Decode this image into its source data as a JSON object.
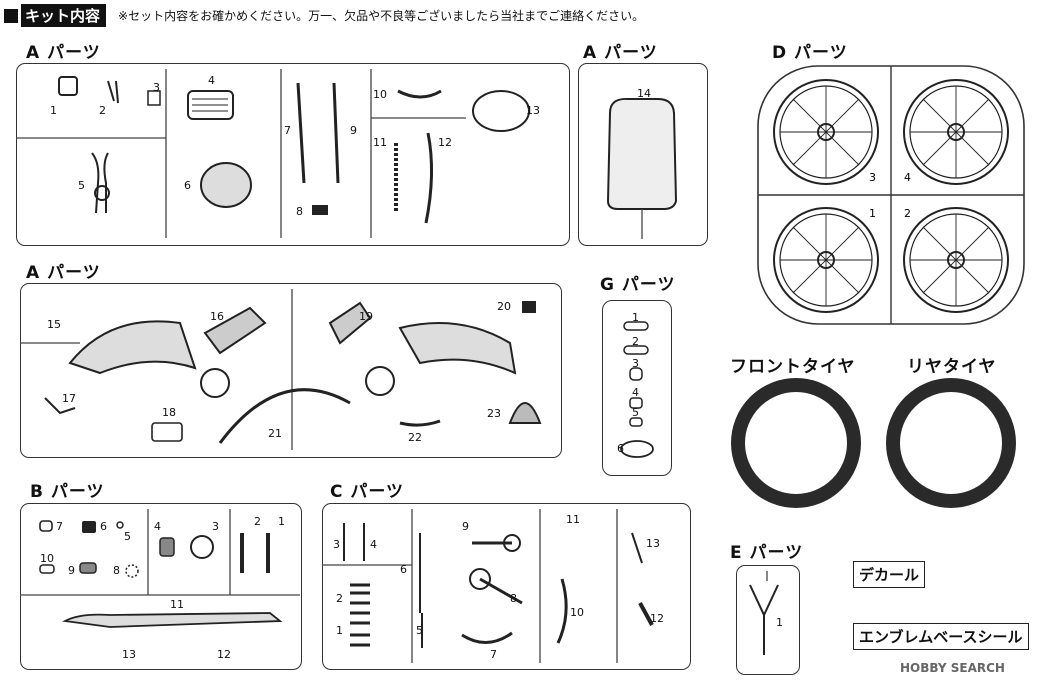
{
  "header": {
    "title": "キット内容",
    "note": "※セット内容をお確かめください。万一、欠品や不良等ございましたら当社までご連絡ください。"
  },
  "sections": {
    "a1": "A パーツ",
    "a2": "A パーツ",
    "a3": "A パーツ",
    "d": "D パーツ",
    "g": "G パーツ",
    "b": "B パーツ",
    "c": "C パーツ",
    "e": "E パーツ"
  },
  "tires": {
    "front": "フロントタイヤ",
    "rear": "リヤタイヤ"
  },
  "extras": {
    "decal": "デカール",
    "emblem": "エンブレムベースシール"
  },
  "watermark": "HOBBY SEARCH",
  "part_numbers": {
    "a1": [
      "1",
      "2",
      "3",
      "4",
      "13",
      "5",
      "6",
      "7",
      "9",
      "8",
      "10",
      "11",
      "12"
    ],
    "a2": [
      "14"
    ],
    "a3": [
      "15",
      "16",
      "19",
      "20",
      "17",
      "18",
      "21",
      "22",
      "23"
    ],
    "d": [
      "3",
      "4",
      "1",
      "2"
    ],
    "g": [
      "1",
      "2",
      "3",
      "4",
      "5",
      "6"
    ],
    "b": [
      "7",
      "6",
      "5",
      "4",
      "3",
      "2",
      "1",
      "10",
      "9",
      "8",
      "11",
      "13",
      "12"
    ],
    "c": [
      "3",
      "4",
      "9",
      "11",
      "6",
      "2",
      "8",
      "1",
      "5",
      "7",
      "13",
      "10",
      "12"
    ],
    "e": [
      "1"
    ]
  }
}
